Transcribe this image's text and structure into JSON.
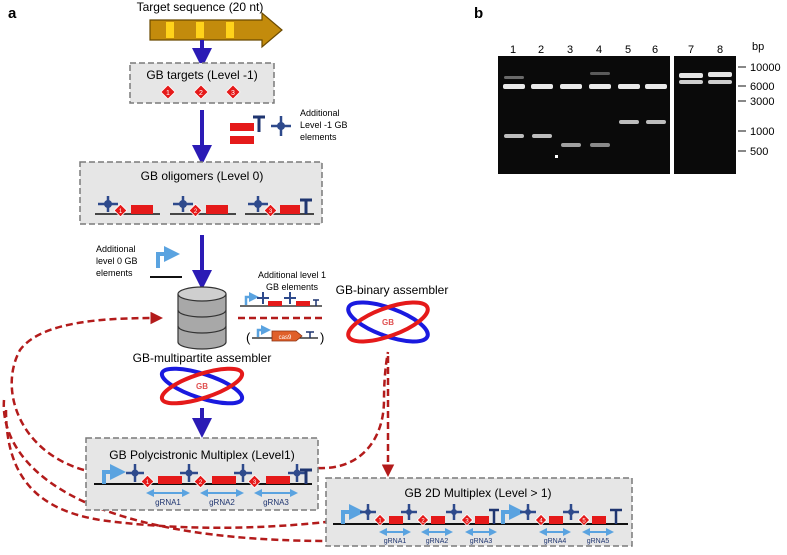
{
  "panel_a": {
    "letter": "a",
    "target_sequence": "Target sequence (20 nt)",
    "gb_targets": "GB targets (Level -1)",
    "target_numbers": [
      "1",
      "2",
      "3"
    ],
    "additional_level_minus1": [
      "Additional",
      "Level -1 GB",
      "elements"
    ],
    "gb_oligomers": "GB oligomers (Level 0)",
    "additional_level0": [
      "Additional",
      "level 0 GB",
      "elements"
    ],
    "additional_level1": [
      "Additional level 1",
      "GB elements"
    ],
    "cas9_label": "cas9",
    "gb_binary_assembler": "GB-binary assembler",
    "gb_multipartite_assembler": "GB-multipartite assembler",
    "gb_plasmid_label": "GB",
    "polycistronic": "GB Polycistronic Multiplex (Level1)",
    "polycistronic_grnas": [
      "gRNA1",
      "gRNA2",
      "gRNA3"
    ],
    "multiplex_2d": "GB 2D Multiplex (Level > 1)",
    "multiplex_grnas": [
      "gRNA1",
      "gRNA2",
      "gRNA3",
      "gRNA4",
      "gRNA5"
    ],
    "multiplex_numbers": [
      "1",
      "2",
      "3",
      "4",
      "5"
    ]
  },
  "panel_b": {
    "letter": "b",
    "lane_labels": [
      "1",
      "2",
      "3",
      "4",
      "5",
      "6",
      "7",
      "8"
    ],
    "bp_unit": "bp",
    "ladder": [
      "10000",
      "6000",
      "3000",
      "1000",
      "500"
    ]
  },
  "colors": {
    "arrow_blue": "#2b1bb5",
    "dashed_red": "#b31b1b",
    "part_red": "#e51a1a",
    "promoter_blue": "#5aa3e0",
    "box_fill": "#e6e6e6",
    "box_border": "#7a7a7a",
    "gold": "#b8860b",
    "gel_bg": "#0a0a0a"
  }
}
